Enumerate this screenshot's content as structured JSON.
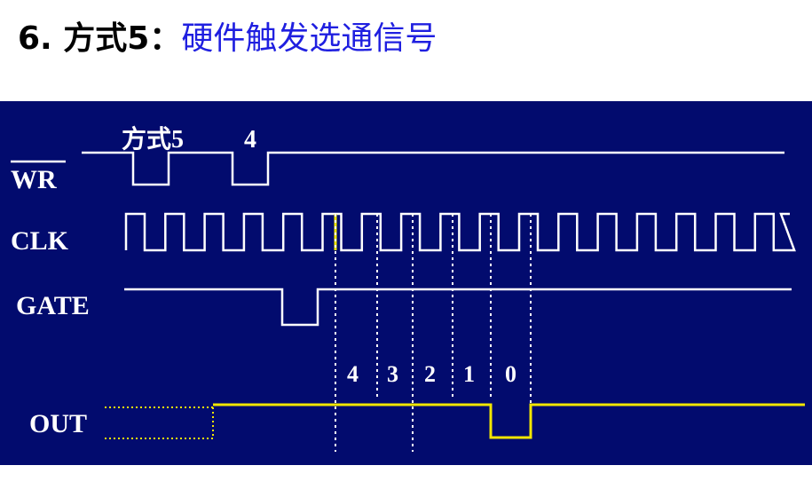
{
  "heading": {
    "number": "6. 方式5：",
    "text": "硬件触发选通信号"
  },
  "diagram": {
    "signals": {
      "wr": "WR",
      "clk": "CLK",
      "gate": "GATE",
      "out": "OUT"
    },
    "annotations": {
      "mode": "方式5",
      "count_value": "4"
    },
    "counts": [
      "4",
      "3",
      "2",
      "1",
      "0"
    ],
    "colors": {
      "background": "#020b6e",
      "signal": "#ffffff",
      "highlight": "#f2e600",
      "title_accent": "#1f1fe0"
    }
  }
}
